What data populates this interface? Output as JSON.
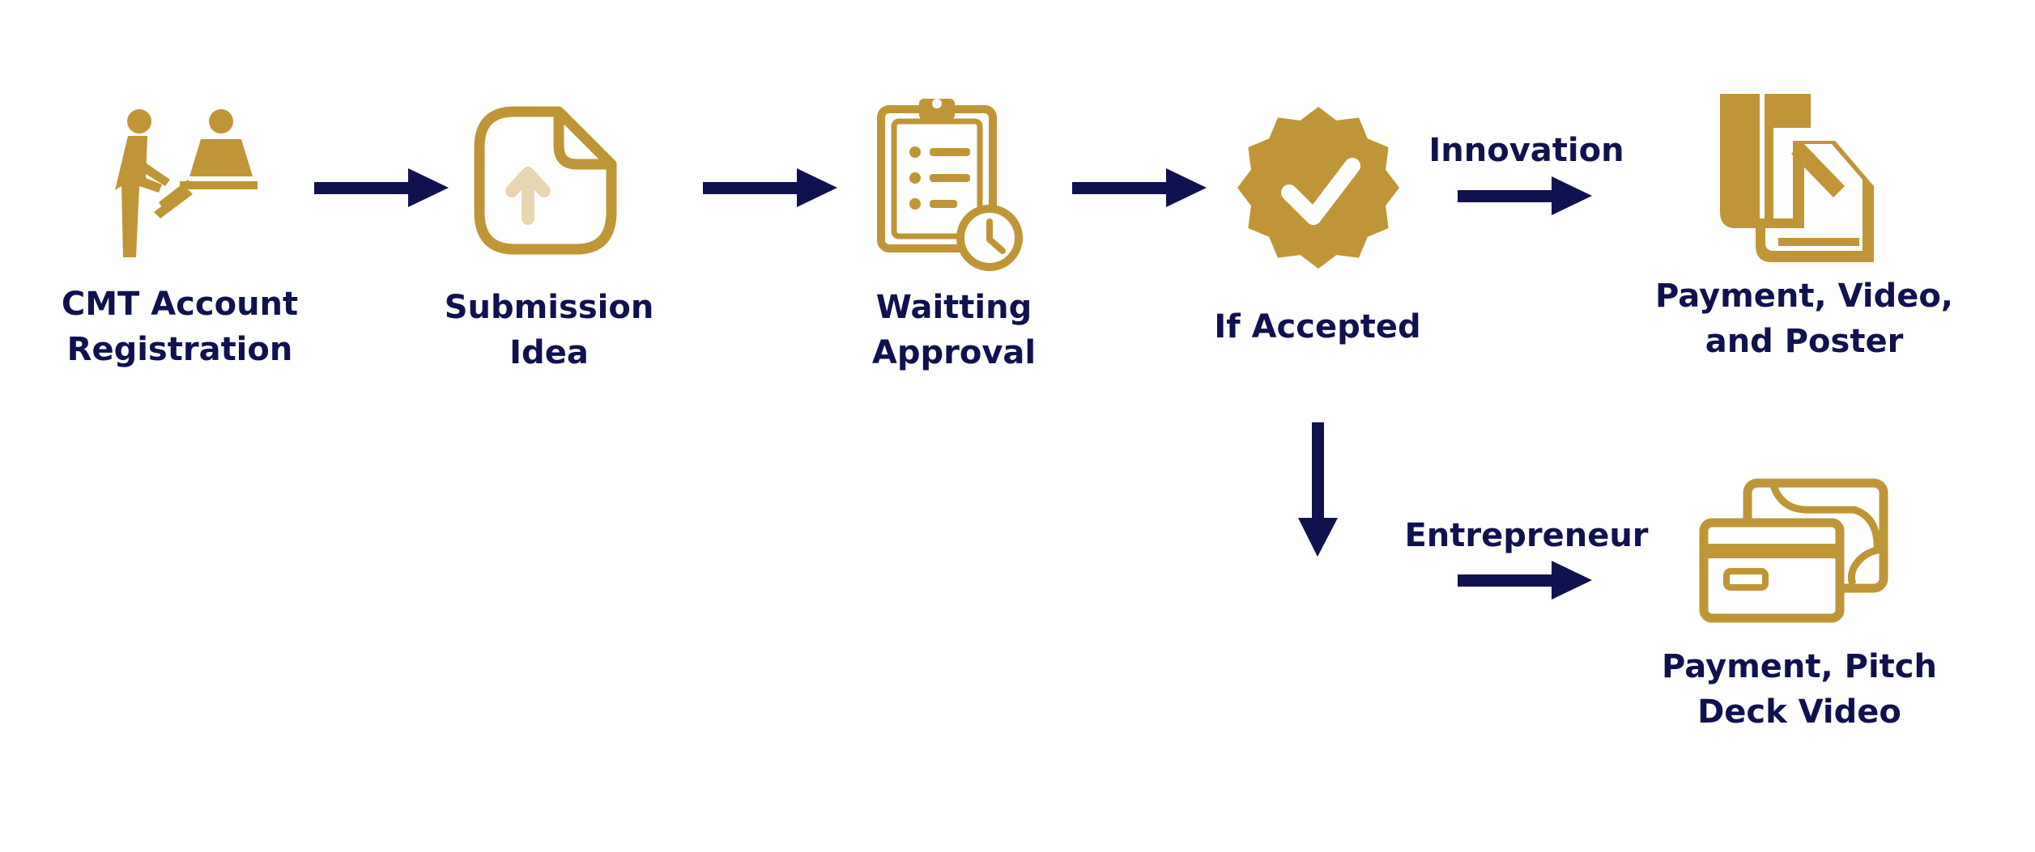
{
  "colors": {
    "icon_gold": "#bf9537",
    "icon_gold_light": "#e8d6b0",
    "text_navy": "#10124f",
    "arrow_navy": "#10124f",
    "background": "#ffffff"
  },
  "steps": [
    {
      "id": "registration",
      "icon": "registration-desk-icon",
      "label_lines": [
        "CMT Account",
        "Registration"
      ]
    },
    {
      "id": "submission",
      "icon": "document-upload-icon",
      "label_lines": [
        "Submission",
        "Idea"
      ]
    },
    {
      "id": "waiting",
      "icon": "clipboard-clock-icon",
      "label_lines": [
        "Waitting",
        "Approval"
      ]
    },
    {
      "id": "accepted",
      "icon": "verified-badge-icon",
      "label_lines": [
        "If Accepted"
      ]
    },
    {
      "id": "innovation-result",
      "icon": "payment-document-icon",
      "label_lines": [
        "Payment, Video,",
        "and Poster"
      ]
    },
    {
      "id": "entrepreneur-result",
      "icon": "payment-cards-icon",
      "label_lines": [
        "Payment, Pitch",
        "Deck Video"
      ]
    }
  ],
  "edges": {
    "innovation_label": "Innovation",
    "entrepreneur_label": "Entrepreneur"
  }
}
